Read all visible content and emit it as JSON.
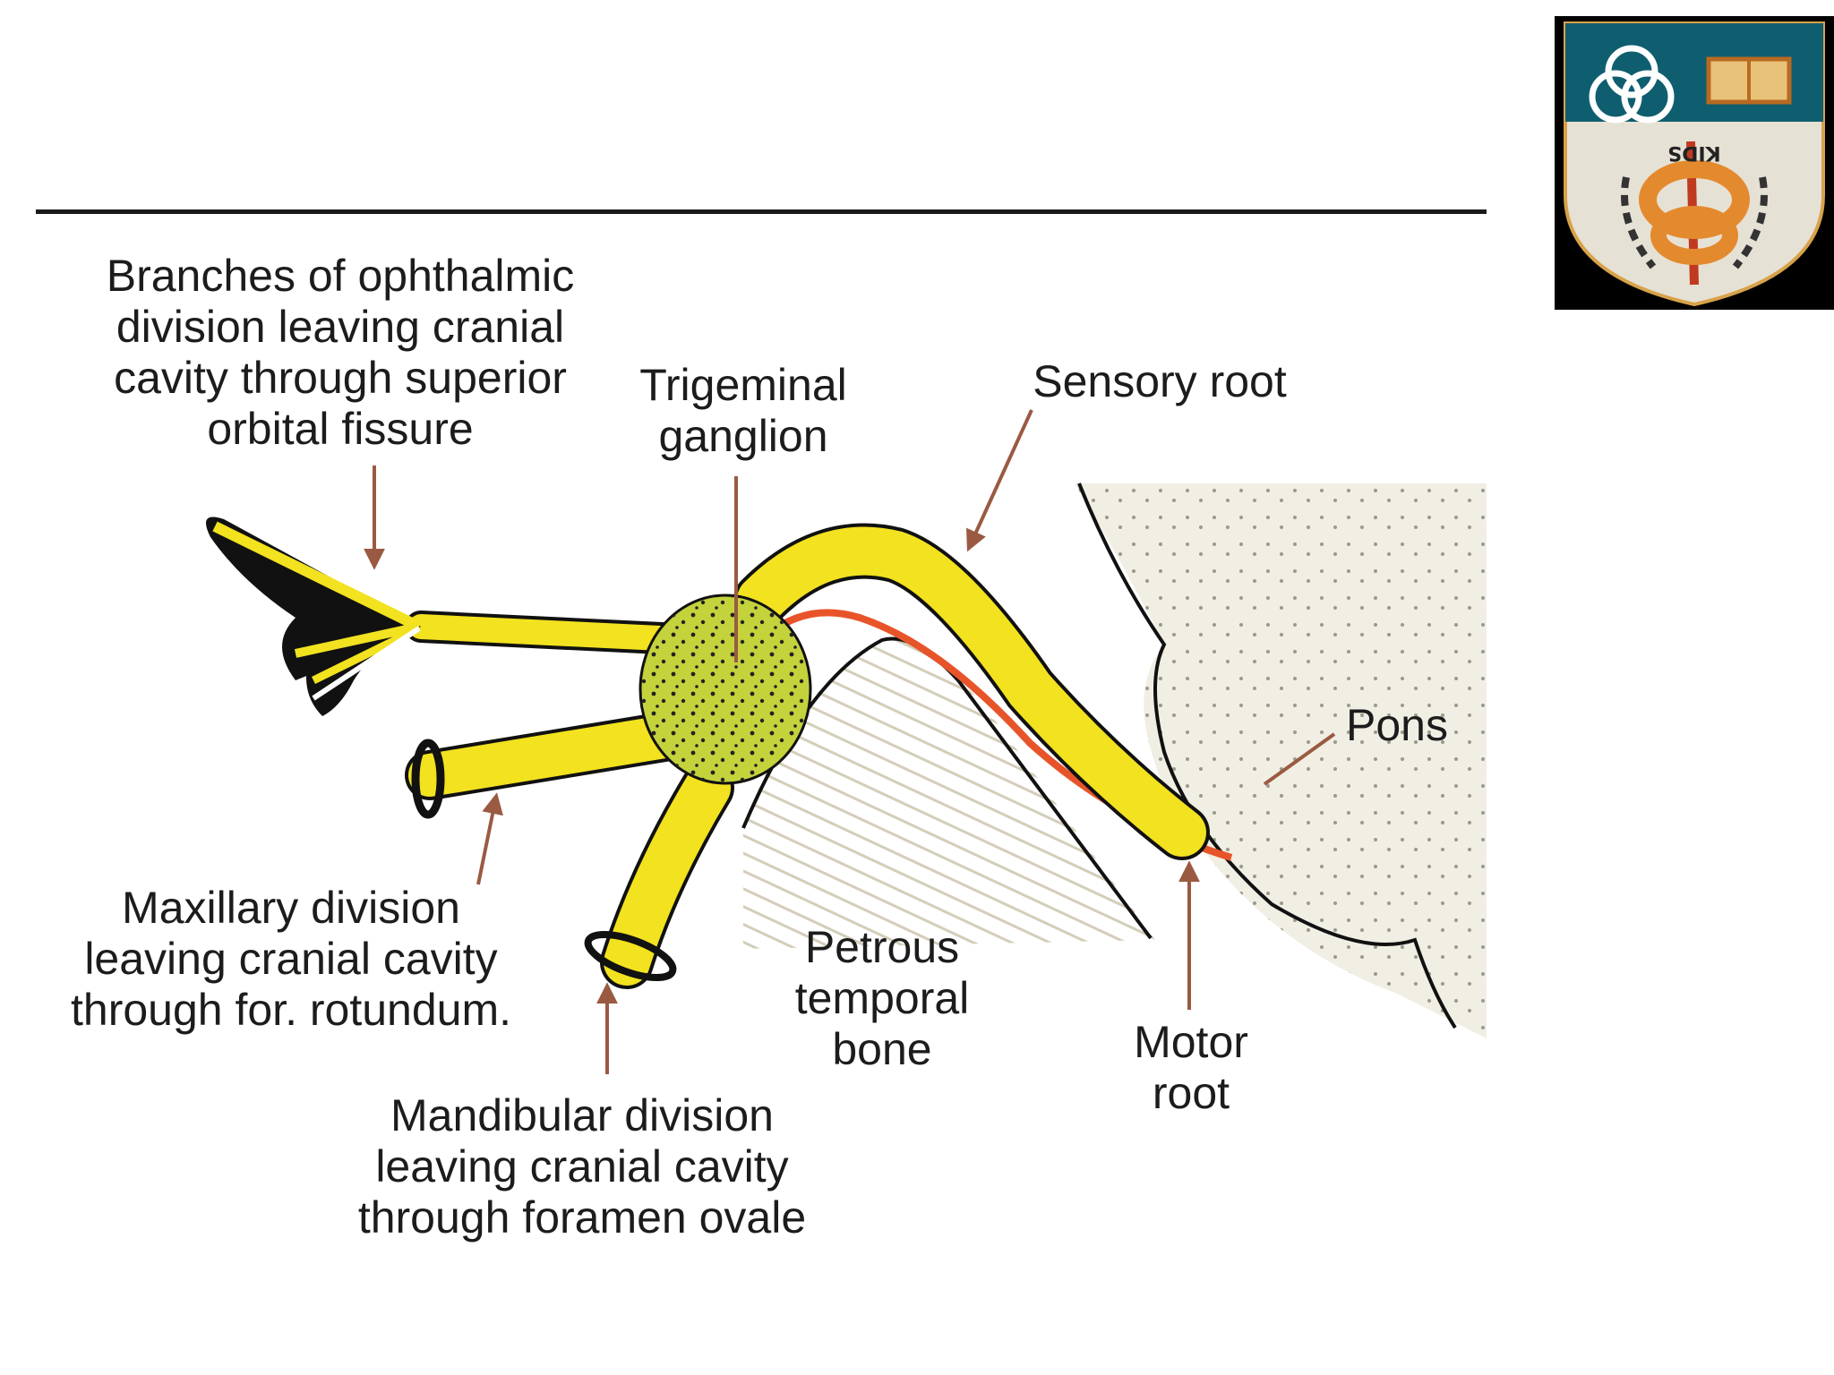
{
  "logo": {
    "caption": "KIDS",
    "colors": {
      "top": "#0f5e70",
      "shield": "#e6e1d5",
      "emblem": "#e48a2e"
    }
  },
  "labels": {
    "ophthalmic": [
      "Branches  of ophthalmic",
      "division leaving cranial",
      "cavity through superior",
      "orbital fissure"
    ],
    "ganglion": [
      "Trigeminal",
      "ganglion"
    ],
    "sensory_root": [
      "Sensory root"
    ],
    "pons": [
      "Pons"
    ],
    "maxillary": [
      "Maxillary division",
      "leaving cranial cavity",
      "through for. rotundum."
    ],
    "mandibular": [
      "Mandibular division",
      "leaving cranial cavity",
      "through foramen ovale"
    ],
    "petrous": [
      "Petrous",
      "temporal",
      "bone"
    ],
    "motor_root": [
      "Motor",
      "root"
    ]
  },
  "colors": {
    "nerve": "#f2e21f",
    "ganglion": "#c4d23c",
    "motor": "#e8542a",
    "arrow": "#9a5a42",
    "bone": "#efeadc"
  }
}
